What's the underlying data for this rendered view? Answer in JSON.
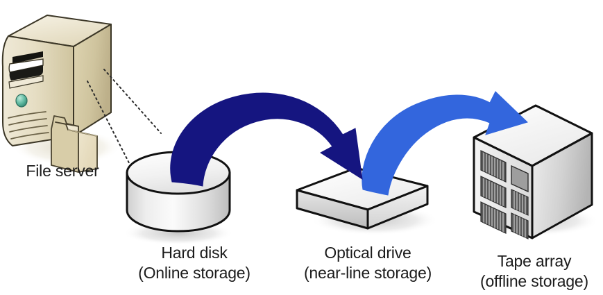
{
  "diagram": {
    "title": "Storage tiering / hierarchical storage management diagram",
    "background_color": "#ffffff",
    "text_color": "#1b1b1b",
    "nodes": [
      {
        "id": "file-server",
        "label": "File server",
        "sublabel": "",
        "icon": "server-tower-icon",
        "colors": {
          "body": "#e8e0c8",
          "body_dark": "#bfb291",
          "outline": "#3b3626",
          "led": "#4fb39a",
          "folder": "#f3ecd8"
        }
      },
      {
        "id": "hard-disk",
        "label": "Hard disk",
        "sublabel": "(Online storage)",
        "icon": "hard-disk-cylinder-icon",
        "colors": {
          "top": "#f5f5f5",
          "side": "#d9d9d9",
          "outline": "#111111"
        }
      },
      {
        "id": "optical-drive",
        "label": "Optical drive",
        "sublabel": "(near-line storage)",
        "icon": "optical-drive-box-icon",
        "colors": {
          "top": "#f2f2f2",
          "side": "#cfcfcf",
          "outline": "#111111"
        }
      },
      {
        "id": "tape-array",
        "label": "Tape array",
        "sublabel": "(offline storage)",
        "icon": "tape-array-cube-icon",
        "colors": {
          "top": "#f4f4f4",
          "side": "#cccccc",
          "slot": "#4a4a4a",
          "outline": "#111111"
        }
      }
    ],
    "arrows": [
      {
        "id": "arrow-hard-disk-to-optical-drive",
        "from": "hard-disk",
        "to": "optical-drive",
        "color": "#151580",
        "style": "curved-solid-arrow"
      },
      {
        "id": "arrow-optical-drive-to-tape-array",
        "from": "optical-drive",
        "to": "tape-array",
        "color": "#3366dd",
        "style": "curved-solid-arrow"
      }
    ],
    "connectors": [
      {
        "id": "connector-file-server-to-hard-disk-upper",
        "from": "file-server",
        "to": "hard-disk",
        "color": "#2b2b2b",
        "style": "dotted"
      },
      {
        "id": "connector-file-server-to-hard-disk-lower",
        "from": "file-server",
        "to": "hard-disk",
        "color": "#2b2b2b",
        "style": "dotted"
      }
    ]
  }
}
